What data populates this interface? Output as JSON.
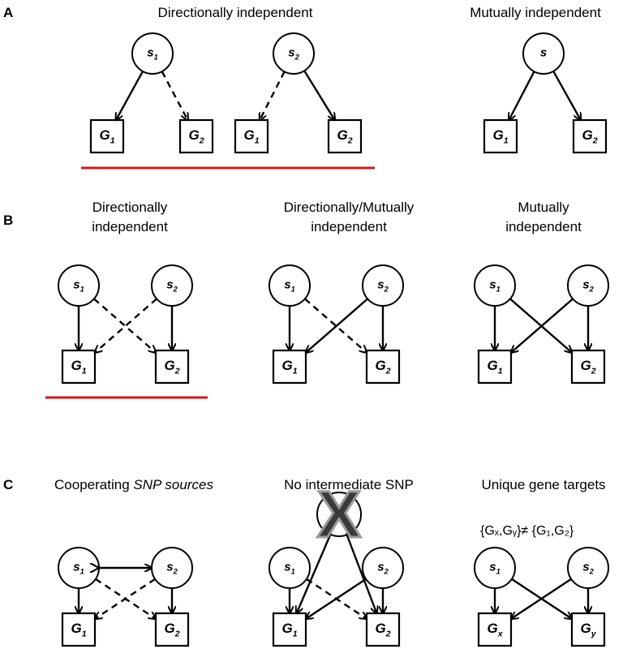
{
  "panels": {
    "a": "A",
    "b": "B",
    "c": "C"
  },
  "titles": {
    "a_left": "Directionally independent",
    "a_right": "Mutually independent",
    "b_left_line1": "Directionally",
    "b_left_line2": "independent",
    "b_mid_line1": "Directionally/Mutually",
    "b_mid_line2": "independent",
    "b_right_line1": "Mutually",
    "b_right_line2": "independent",
    "c_left_prefix": "Cooperating ",
    "c_left_italic": "SNP sources",
    "c_mid": "No intermediate SNP",
    "c_right": "Unique gene targets"
  },
  "set_text": "{Gₓ,Gᵧ}≠ {G₁,G₂}",
  "node_labels": {
    "s1": "s",
    "s1_sub": "1",
    "s2": "s",
    "s2_sub": "2",
    "s": "s",
    "g1": "G",
    "g1_sub": "1",
    "g2": "G",
    "g2_sub": "2",
    "gx": "G",
    "gx_sub": "x",
    "gy": "G",
    "gy_sub": "y",
    "x_mark": "X"
  },
  "colors": {
    "underline": "#d11a1a",
    "stroke": "#000000",
    "x_dark": "#3a3a3a",
    "x_light": "#9a9a9a"
  }
}
